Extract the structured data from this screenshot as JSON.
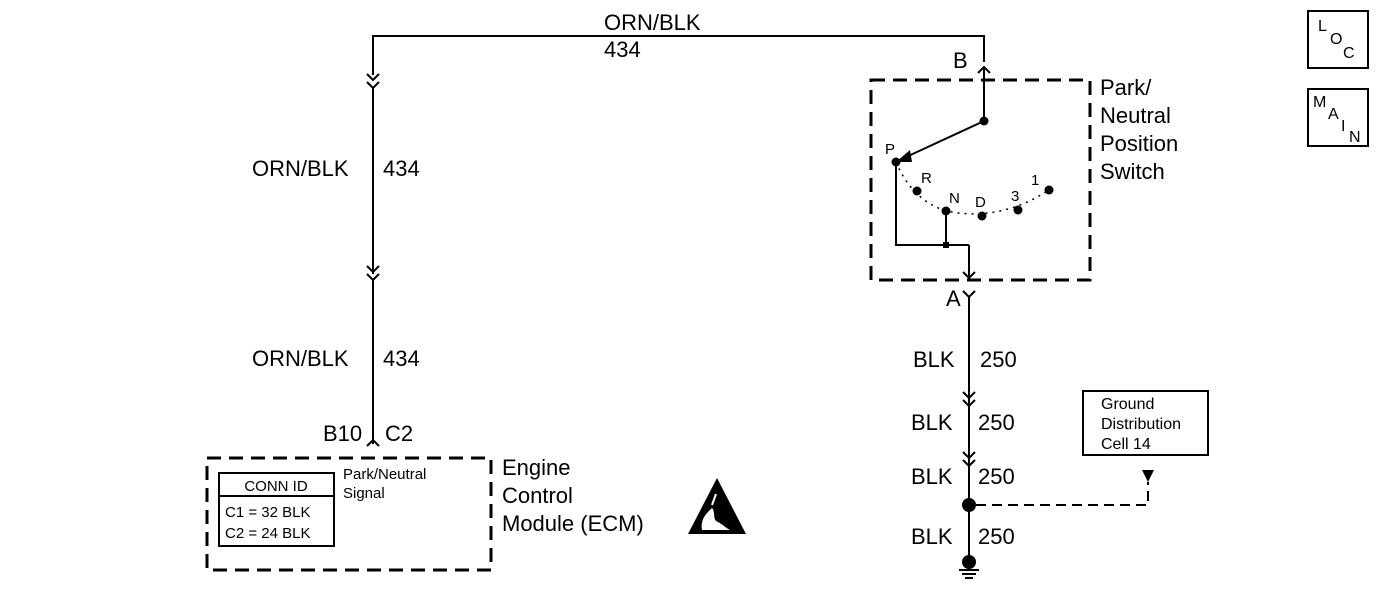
{
  "wire_top": {
    "color": "ORN/BLK",
    "circuit": "434"
  },
  "wire_left_1": {
    "color": "ORN/BLK",
    "circuit": "434"
  },
  "wire_left_2": {
    "color": "ORN/BLK",
    "circuit": "434"
  },
  "ecm_pins": {
    "pin": "B10",
    "conn": "C2"
  },
  "ecm": {
    "signal_line1": "Park/Neutral",
    "signal_line2": "Signal",
    "name_line1": "Engine",
    "name_line2": "Control",
    "name_line3": "Module (ECM)",
    "conn_header": "CONN ID",
    "conn_row1": "C1 = 32 BLK",
    "conn_row2": "C2 = 24 BLK"
  },
  "switch": {
    "terminal_top": "B",
    "terminal_bottom": "A",
    "name_line1": "Park/",
    "name_line2": "Neutral",
    "name_line3": "Position",
    "name_line4": "Switch",
    "positions": [
      "P",
      "R",
      "N",
      "D",
      "3",
      "1"
    ]
  },
  "ground_wires": [
    {
      "color": "BLK",
      "circuit": "250"
    },
    {
      "color": "BLK",
      "circuit": "250"
    },
    {
      "color": "BLK",
      "circuit": "250"
    },
    {
      "color": "BLK",
      "circuit": "250"
    }
  ],
  "ground_ref": {
    "line1": "Ground",
    "line2": "Distribution",
    "line3": "Cell 14"
  },
  "nav": {
    "loc": [
      "L",
      "O",
      "C"
    ],
    "main": [
      "M",
      "A",
      "I",
      "N"
    ]
  },
  "icons": [
    "esd-warning-icon",
    "ground-symbol-icon"
  ]
}
